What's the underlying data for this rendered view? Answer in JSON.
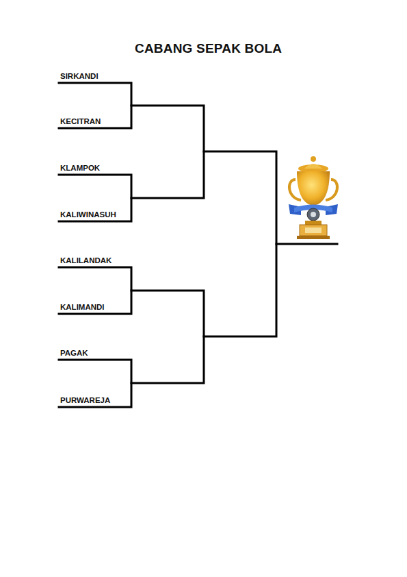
{
  "diagram": {
    "title": "CABANG SEPAK BOLA",
    "labels": [
      "SIRKANDI",
      "KECITRAN",
      "KLAMPOK",
      "KALIWINASUH",
      "KALILANDAK",
      "KALIMANDI",
      "PAGAK",
      "PURWAREJA"
    ]
  }
}
